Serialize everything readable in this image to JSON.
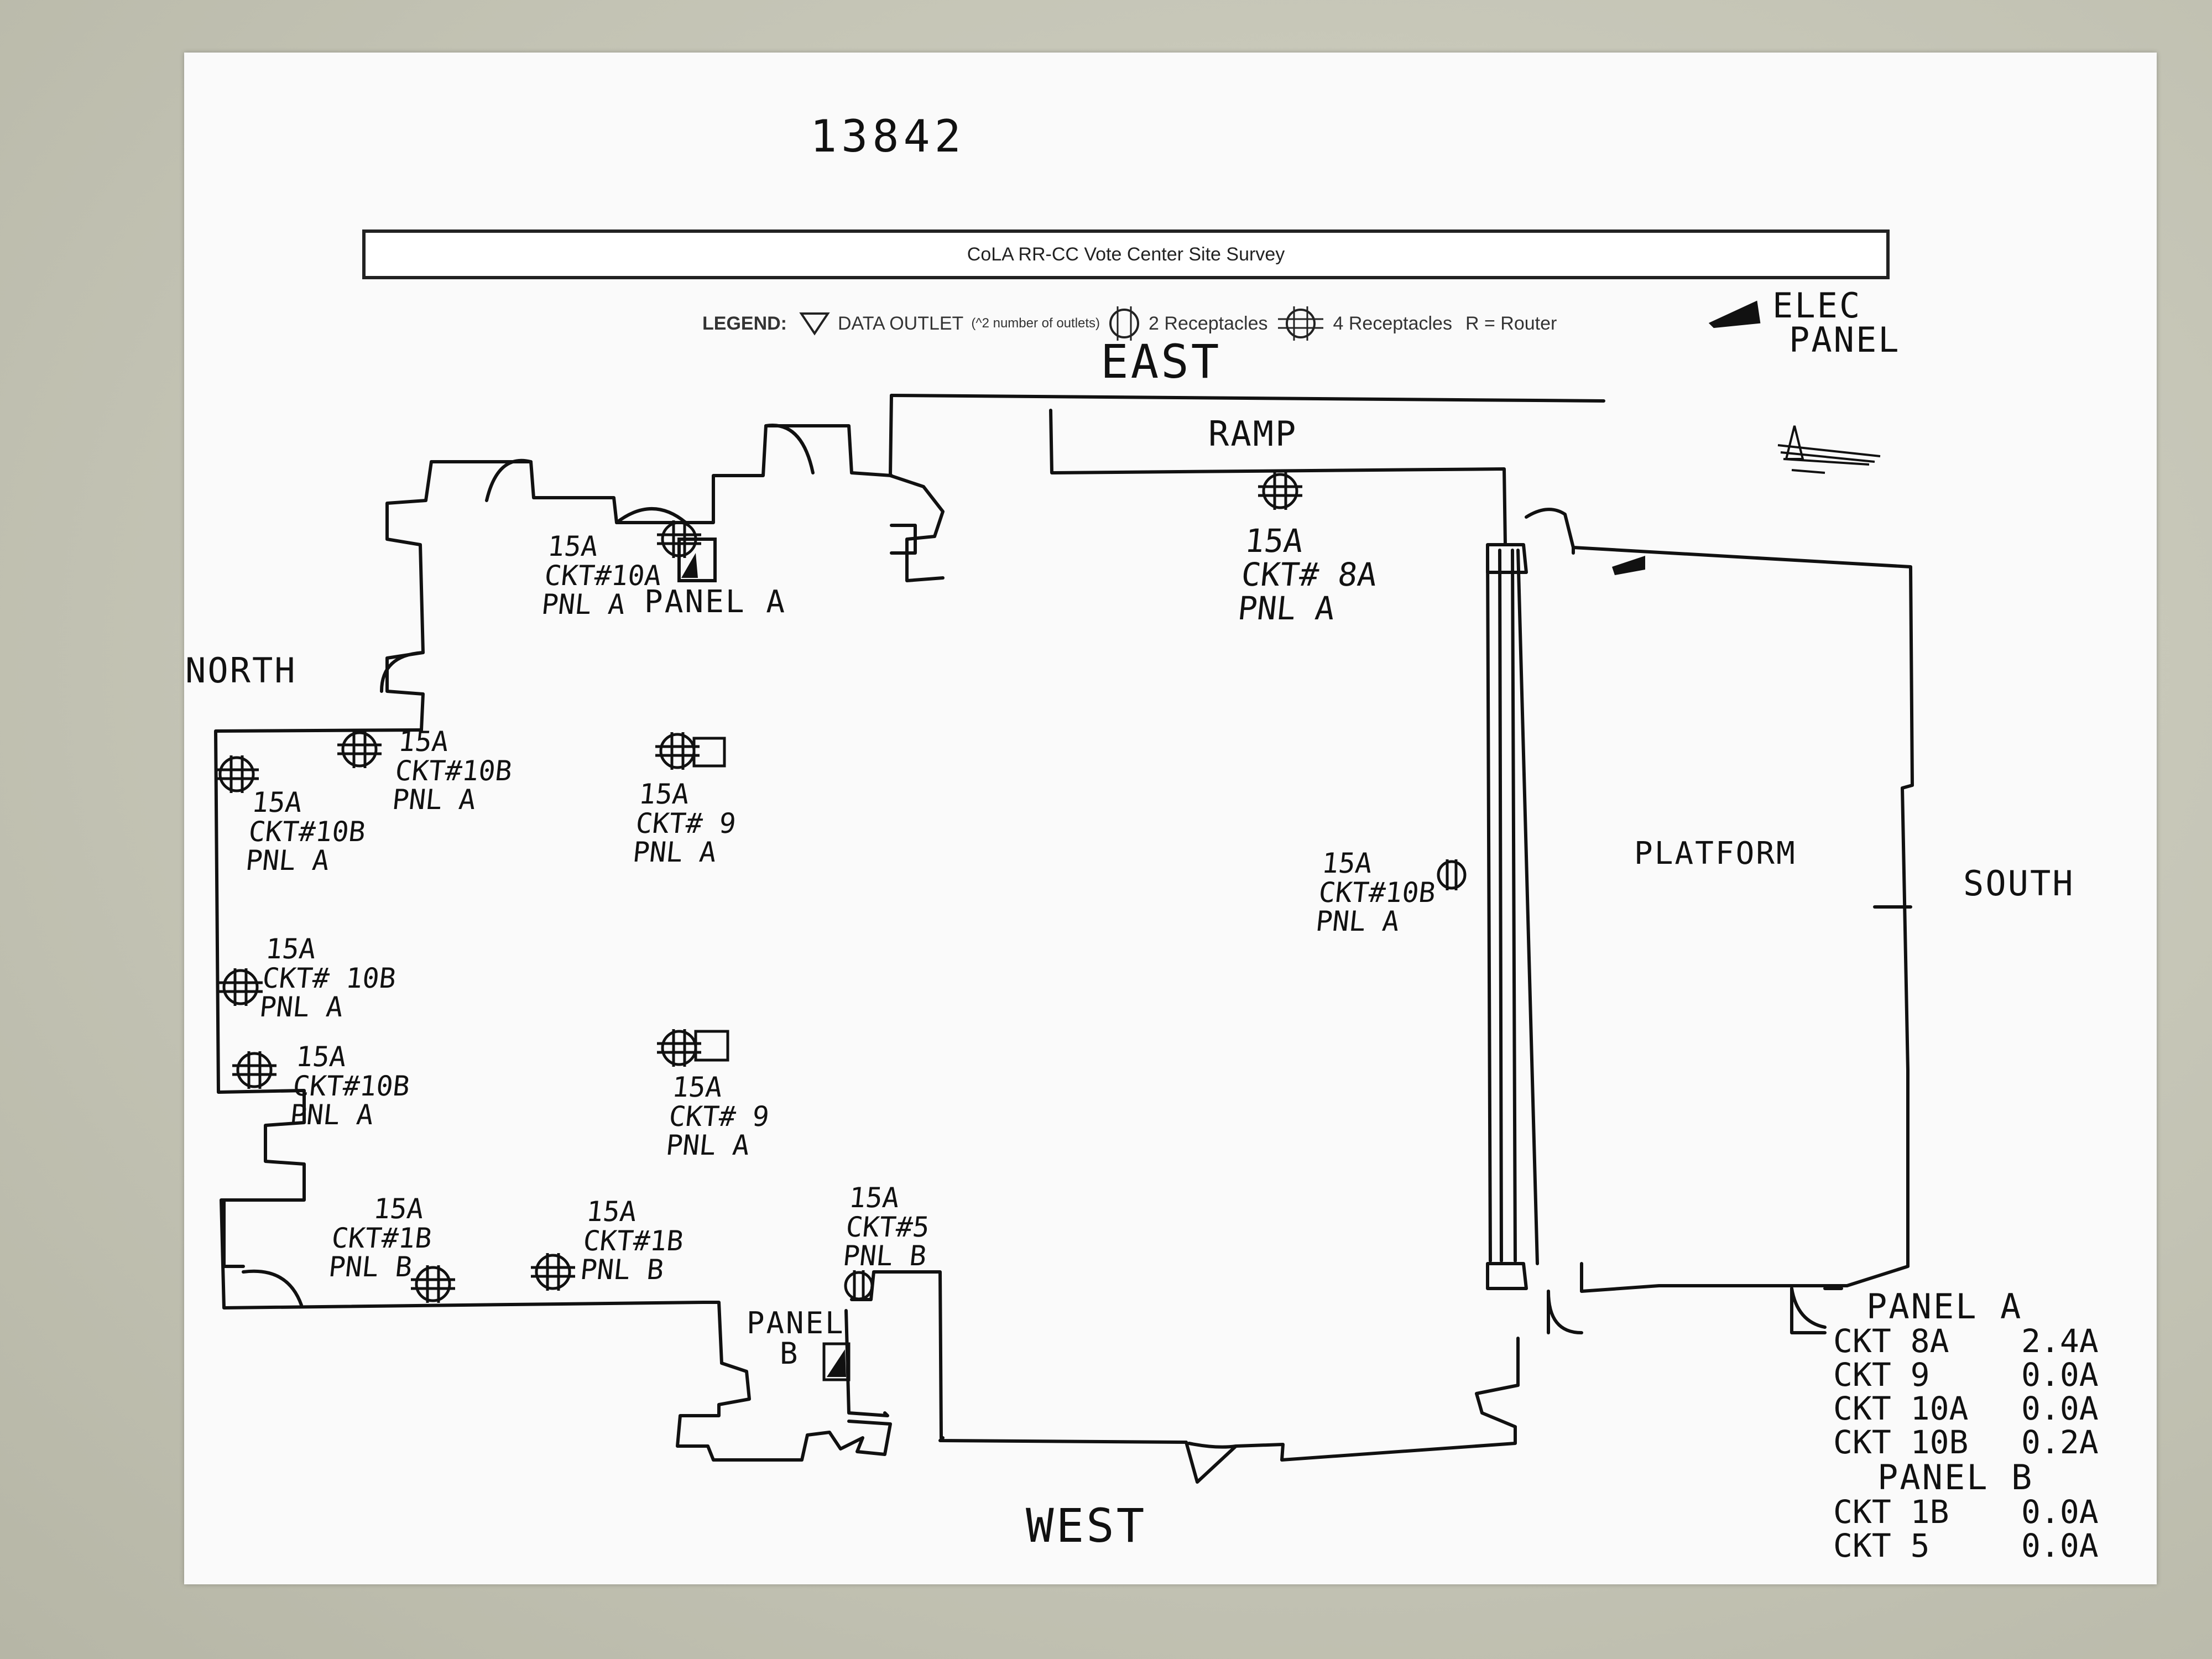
{
  "survey_number": "13842",
  "header_title": "CoLA RR-CC Vote Center Site Survey",
  "legend": {
    "label": "LEGEND:",
    "data_outlet": "DATA OUTLET",
    "data_outlet_note": "(^2 number of outlets)",
    "two_receptacles": "2 Receptacles",
    "four_receptacles": "4 Receptacles",
    "router": "R = Router",
    "elec_panel_line1": "ELEC",
    "elec_panel_line2": "PANEL"
  },
  "directions": {
    "east": "EAST",
    "west": "WEST",
    "north": "NORTH",
    "south": "SOUTH"
  },
  "areas": {
    "ramp": "RAMP",
    "platform": "PLATFORM",
    "panel_a": "PANEL A",
    "panel_b_line1": "PANEL",
    "panel_b_line2": "B"
  },
  "receptacle_notes": [
    {
      "l1": "15A",
      "l2": "CKT#10A",
      "l3": "PNL A"
    },
    {
      "l1": "15A",
      "l2": "CKT# 8A",
      "l3": "PNL A"
    },
    {
      "l1": "15A",
      "l2": "CKT#10B",
      "l3": "PNL A"
    },
    {
      "l1": "15A",
      "l2": "CKT#10B",
      "l3": "PNL A"
    },
    {
      "l1": "15A",
      "l2": "CKT# 9",
      "l3": "PNL A"
    },
    {
      "l1": "15A",
      "l2": "CKT#10B",
      "l3": "PNL A"
    },
    {
      "l1": "15A",
      "l2": "CKT# 10B",
      "l3": "PNL A"
    },
    {
      "l1": "15A",
      "l2": "CKT#10B",
      "l3": "PNL A"
    },
    {
      "l1": "15A",
      "l2": "CKT# 9",
      "l3": "PNL A"
    },
    {
      "l1": "15A",
      "l2": "CKT#1B",
      "l3": "PNL B"
    },
    {
      "l1": "15A",
      "l2": "CKT#1B",
      "l3": "PNL B"
    },
    {
      "l1": "15A",
      "l2": "CKT#5",
      "l3": "PNL B"
    }
  ],
  "summary": {
    "panel_a_title": "PANEL A",
    "panel_a_rows": [
      {
        "ckt": "CKT 8A",
        "amps": "2.4A"
      },
      {
        "ckt": "CKT 9",
        "amps": "0.0A"
      },
      {
        "ckt": "CKT 10A",
        "amps": "0.0A"
      },
      {
        "ckt": "CKT 10B",
        "amps": "0.2A"
      }
    ],
    "panel_b_title": "PANEL B",
    "panel_b_rows": [
      {
        "ckt": "CKT 1B",
        "amps": "0.0A"
      },
      {
        "ckt": "CKT 5",
        "amps": "0.0A"
      }
    ]
  },
  "colors": {
    "ink": "#111111",
    "paper": "#fafafa",
    "background": "#c6c6b7"
  }
}
